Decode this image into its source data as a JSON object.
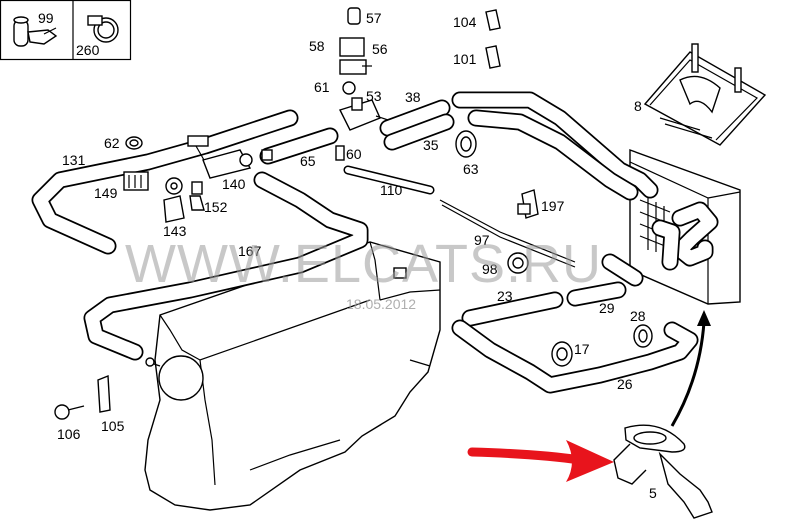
{
  "watermark": "WWW.ELCATS.RU",
  "date": "18.05.2012",
  "colors": {
    "arrow": "#e8141c",
    "watermark": "#9a9a9a"
  },
  "labels": {
    "p99": "99",
    "p260": "260",
    "p57": "57",
    "p104": "104",
    "p101": "101",
    "p58": "58",
    "p56": "56",
    "p61": "61",
    "p53": "53",
    "p38": "38",
    "p8": "8",
    "p62": "62",
    "p131": "131",
    "p65": "65",
    "p60": "60",
    "p35": "35",
    "p63": "63",
    "p149": "149",
    "p140": "140",
    "p110": "110",
    "p197": "197",
    "p152": "152",
    "p143": "143",
    "p97": "97",
    "p167": "167",
    "p98": "98",
    "p23": "23",
    "p29": "29",
    "p28": "28",
    "p17": "17",
    "p26": "26",
    "p106": "106",
    "p105": "105",
    "p5": "5"
  }
}
